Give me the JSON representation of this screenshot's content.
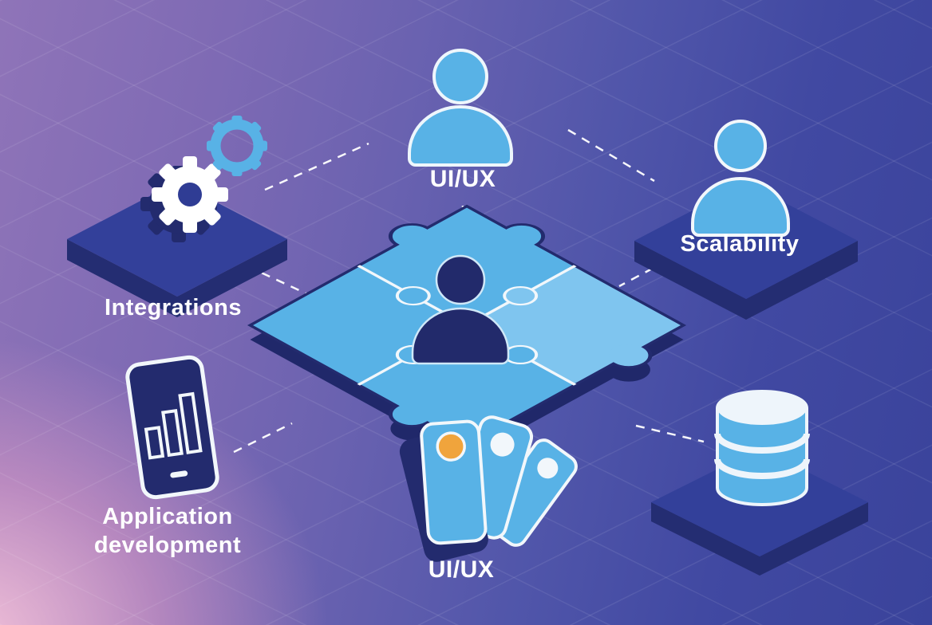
{
  "scene": {
    "description": "Isometric software services infographic: central jigsaw puzzle with user silhouette connected by dashed lines to capability icons",
    "center": {
      "icon": "puzzle-user",
      "label": ""
    },
    "nodes": [
      {
        "id": "uiux-top",
        "label": "UI/UX",
        "icon": "user-icon",
        "position": "top-center"
      },
      {
        "id": "integrations",
        "label": "Integrations",
        "icon": "gears-icon",
        "position": "left"
      },
      {
        "id": "scalability",
        "label": "Scalability",
        "icon": "user-icon",
        "position": "right"
      },
      {
        "id": "application-development",
        "label_lines": [
          "Application",
          "development"
        ],
        "icon": "smartphone-bar-chart-icon",
        "position": "bottom-left"
      },
      {
        "id": "uiux-swatches",
        "label": "UI/UX",
        "icon": "color-swatches-icon",
        "position": "bottom-center"
      },
      {
        "id": "database",
        "label": "",
        "icon": "database-icon",
        "position": "bottom-right"
      }
    ],
    "colors": {
      "light_blue": "#58b2e6",
      "lighter_blue": "#7fc5ef",
      "dark_navy": "#232b6e",
      "platform_top": "#33409a",
      "platform_side": "#242d72",
      "swatch_orange": "#f0a43c",
      "label_text": "#ffffff",
      "bg_pink": "#e8aecb",
      "bg_purple": "#7e6ab4",
      "bg_blue": "#3a439b"
    }
  }
}
